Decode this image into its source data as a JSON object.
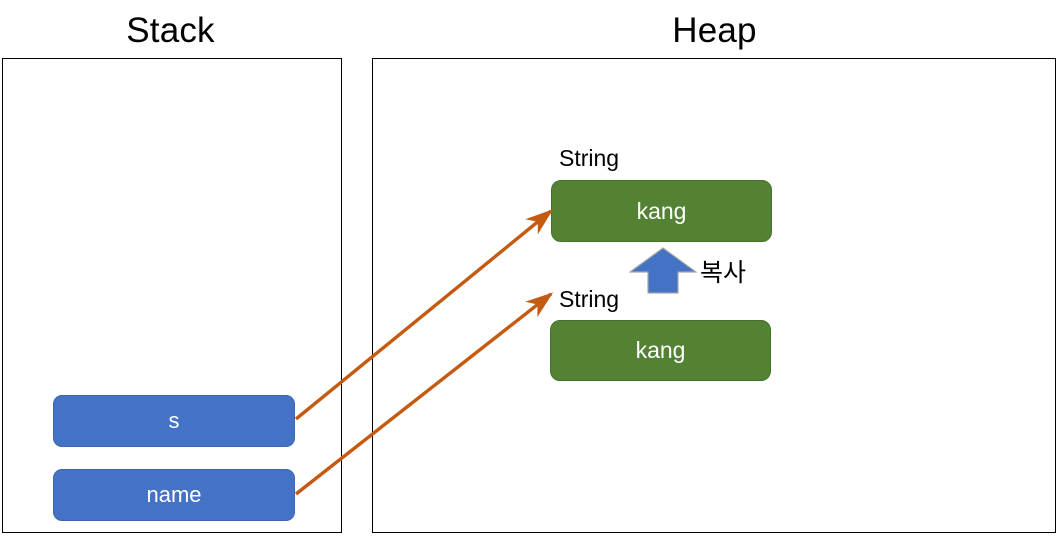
{
  "diagram": {
    "title_regions": {
      "stack": "Stack",
      "heap": "Heap"
    },
    "stack": {
      "variables": [
        {
          "label": "s"
        },
        {
          "label": "name"
        }
      ]
    },
    "heap": {
      "objects": [
        {
          "type_label": "String",
          "value": "kang"
        },
        {
          "type_label": "String",
          "value": "kang"
        }
      ]
    },
    "annotations": {
      "copy_label": "복사"
    },
    "colors": {
      "stack_variable_fill": "#4472c4",
      "heap_object_fill": "#548235",
      "reference_arrow": "#c55a11",
      "copy_arrow_fill": "#4472c4",
      "region_border": "#000000",
      "text_on_fill": "#ffffff",
      "text_default": "#000000"
    }
  }
}
